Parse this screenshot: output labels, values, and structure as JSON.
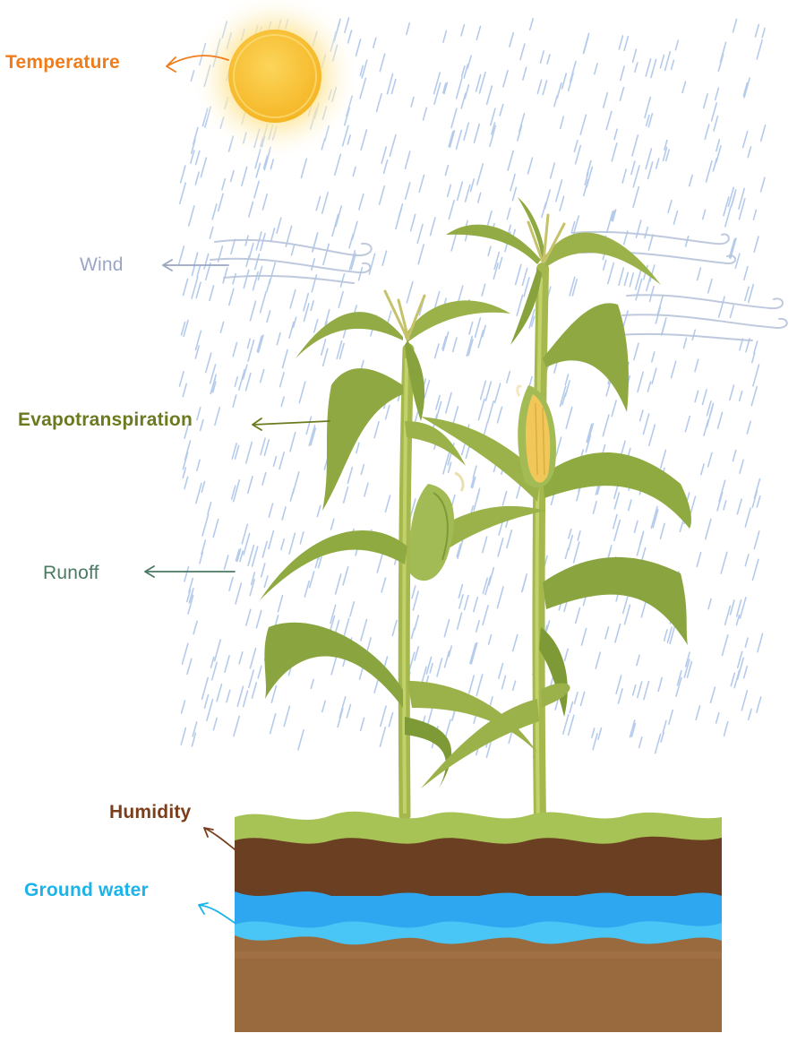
{
  "labels": {
    "temperature": "Temperature",
    "wind": "Wind",
    "evapotranspiration": "Evapotranspiration",
    "runoff": "Runoff",
    "humidity": "Humidity",
    "ground_water": "Ground water"
  },
  "colors": {
    "temperature": "#f07c1a",
    "wind": "#9aa6c4",
    "evapotranspiration": "#6b7a1e",
    "runoff": "#4a7a62",
    "humidity": "#7a3e1c",
    "ground_water": "#1ab4ea",
    "rain": "#a9c2e8",
    "leaf": "#9bb24a",
    "leaf_dark": "#7e9a36",
    "stalk": "#a5b84e",
    "corn": "#f2c75a",
    "grass": "#a7c355",
    "topsoil": "#6a3f22",
    "water_dark": "#2ea7f0",
    "water_light": "#49c6f5",
    "subsoil": "#9a6a3f",
    "sun": "#f9c233"
  },
  "icons": [
    "sun-icon",
    "wind-gust-icon",
    "rain-icon",
    "corn-plant-icon",
    "arrow-icon"
  ]
}
